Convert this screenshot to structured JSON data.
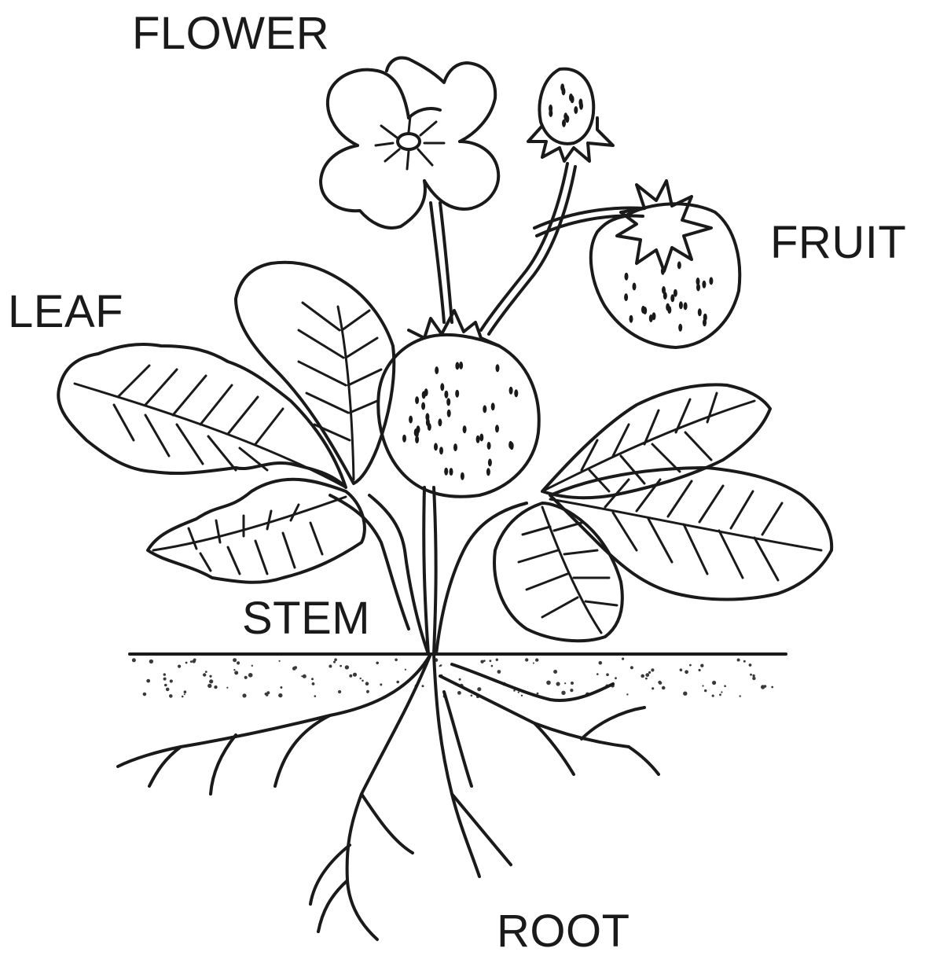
{
  "labels": {
    "flower": "FLOWER",
    "fruit": "FRUIT",
    "leaf": "LEAF",
    "stem": "STEM",
    "root": "ROOT"
  },
  "colors": {
    "ink": "#1a1a1a",
    "background": "#ffffff"
  }
}
